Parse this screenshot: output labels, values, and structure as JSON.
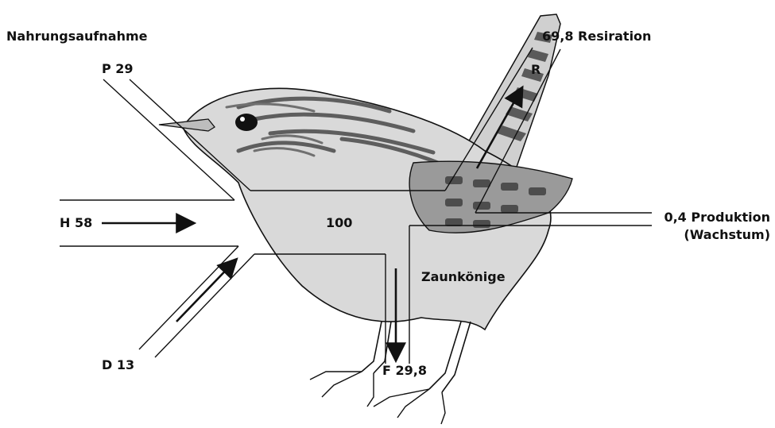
{
  "diagram": {
    "intake_title": "Nahrungsaufnahme",
    "inputs": {
      "p": "P 29",
      "h": "H 58",
      "d": "D 13"
    },
    "center_value": "100",
    "outputs": {
      "respiration": "69,8 Resiration",
      "respiration_short": "R",
      "production_line1": "0,4 Produktion",
      "production_line2": "(Wachstum)",
      "feces": "F 29,8"
    },
    "organism": "Zaunkönige"
  },
  "colors": {
    "ink": "#111111",
    "bird_body": "#d9d9d9",
    "bird_dark": "#6e6e6e",
    "bird_mid": "#a6a6a6",
    "bird_light": "#efefef"
  }
}
